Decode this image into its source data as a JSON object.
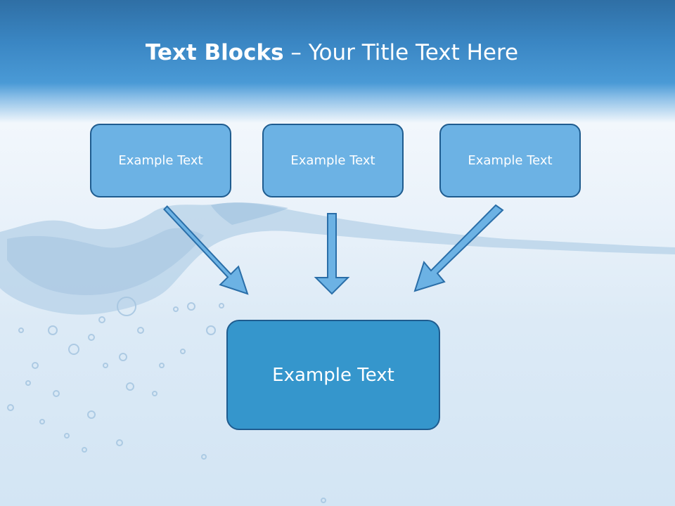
{
  "title": {
    "bold": "Text Blocks",
    "separator": " – ",
    "regular": "Your Title Text Here"
  },
  "top_boxes": [
    {
      "label": "Example Text"
    },
    {
      "label": "Example Text"
    },
    {
      "label": "Example Text"
    }
  ],
  "bottom_box": {
    "label": "Example Text"
  },
  "colors": {
    "header_blue": "#3a86c3",
    "box_fill": "#6cb2e4",
    "box_large_fill": "#3596cc",
    "box_border": "#1f5c8f",
    "arrow_fill": "#6cb2e4",
    "arrow_stroke": "#2a6ea8"
  }
}
